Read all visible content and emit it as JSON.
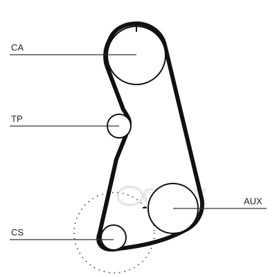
{
  "labels": {
    "ca": "CA",
    "tp": "TP",
    "aux": "AUX",
    "cs": "CS"
  },
  "watermark": {
    "text": "OPEX",
    "color": "#d9d9d9"
  },
  "colors": {
    "belt": "#111111",
    "lines": "#333333",
    "background": "#ffffff"
  }
}
